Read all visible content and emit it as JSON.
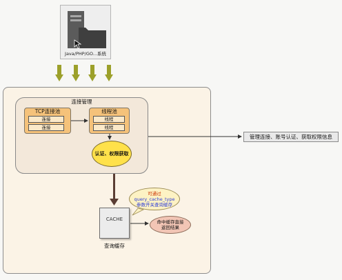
{
  "client": {
    "label": "Java/PHP/GO...系统"
  },
  "connection_management": {
    "title": "连接管理",
    "tcp_pool": {
      "title": "TCP连接池",
      "items": [
        "连接",
        "连接"
      ]
    },
    "thread_pool": {
      "title": "线程池",
      "items": [
        "线程",
        "线程"
      ]
    },
    "auth": "认证、权限获取"
  },
  "right_label": "管理连接、账号认证、获取权限信息",
  "cache": {
    "box_label": "CACHE",
    "title": "查询缓存",
    "note_lines": [
      "可通过",
      "query_cache_type",
      "参数开关查询缓存"
    ],
    "hit_lines": [
      "命中缓存直接",
      "返回结果"
    ]
  },
  "colors": {
    "arrow_green": "#9ca02a",
    "pool_orange": "#f5c27a",
    "auth_yellow": "#ffe14a",
    "note_blue": "#2d3dd8",
    "note_red": "#cc3300",
    "hit_pink": "#f2c5b5"
  },
  "icons": [
    "server-icon",
    "folder-icon",
    "cursor-icon"
  ]
}
